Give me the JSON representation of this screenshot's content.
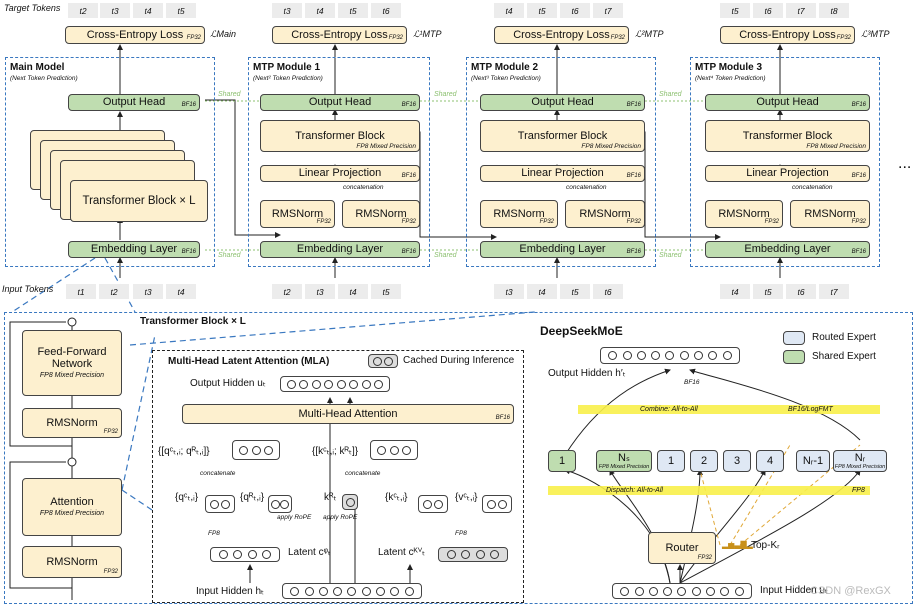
{
  "labels": {
    "target_tokens": "Target Tokens",
    "input_tokens": "Input Tokens",
    "shared": "Shared",
    "concatenation": "concatenation",
    "ellipsis": "..."
  },
  "main_model": {
    "title": "Main Model",
    "subtitle": "(Next Token Prediction)",
    "loss": "Cross-Entropy Loss",
    "loss_symbol": "ℒMain",
    "output_head": "Output Head",
    "transformer_block": "Transformer Block × L",
    "embedding": "Embedding Layer",
    "target_tokens": [
      "t2",
      "t3",
      "t4",
      "t5"
    ],
    "input_tokens": [
      "t1",
      "t2",
      "t3",
      "t4"
    ]
  },
  "mtp_modules": [
    {
      "title": "MTP Module 1",
      "subtitle": "(Next² Token Prediction)",
      "loss_symbol": "ℒ¹MTP",
      "target_tokens": [
        "t3",
        "t4",
        "t5",
        "t6"
      ],
      "input_tokens": [
        "t2",
        "t3",
        "t4",
        "t5"
      ]
    },
    {
      "title": "MTP Module 2",
      "subtitle": "(Next³ Token Prediction)",
      "loss_symbol": "ℒ²MTP",
      "target_tokens": [
        "t4",
        "t5",
        "t6",
        "t7"
      ],
      "input_tokens": [
        "t3",
        "t4",
        "t5",
        "t6"
      ]
    },
    {
      "title": "MTP Module 3",
      "subtitle": "(Next⁴ Token Prediction)",
      "loss_symbol": "ℒ³MTP",
      "target_tokens": [
        "t5",
        "t6",
        "t7",
        "t8"
      ],
      "input_tokens": [
        "t4",
        "t5",
        "t6",
        "t7"
      ]
    }
  ],
  "mtp_blocks": {
    "loss": "Cross-Entropy Loss",
    "output_head": "Output Head",
    "transformer_block": "Transformer Block",
    "transformer_sub": "FP8 Mixed Precision",
    "linear_projection": "Linear Projection",
    "rmsnorm": "RMSNorm",
    "embedding": "Embedding Layer"
  },
  "precision_tags": {
    "fp32": "FP32",
    "bf16": "BF16",
    "fp8": "FP8",
    "fp8_mixed": "FP8 Mixed Precision",
    "bf16_logfmt": "BF16/LogFMT"
  },
  "transformer_detail": {
    "title": "Transformer Block × L",
    "ffn": "Feed-Forward Network",
    "ffn_sub": "FP8 Mixed Precision",
    "rmsnorm": "RMSNorm",
    "attention": "Attention",
    "attention_sub": "FP8 Mixed Precision"
  },
  "mla": {
    "title": "Multi-Head Latent Attention (MLA)",
    "cached": "Cached During Inference",
    "output_hidden": "Output Hidden uₜ",
    "mha": "Multi-Head Attention",
    "q_concat": "{[qᶜₜ,ᵢ; qᴿₜ,ᵢ]}",
    "k_concat": "{[kᶜₜ,ᵢ; kᴿₜ]}",
    "concatenate": "concatenate",
    "q_c": "{qᶜₜ,ᵢ}",
    "q_r": "{qᴿₜ,ᵢ}",
    "k_r": "kᴿₜ",
    "k_c": "{kᶜₜ,ᵢ}",
    "v_c": "{vᶜₜ,ᵢ}",
    "apply_rope": "apply RoPE",
    "latent_q": "Latent cᵠₜ",
    "latent_kv": "Latent cᴷⱽₜ",
    "input_hidden": "Input Hidden hₜ"
  },
  "moe": {
    "title": "DeepSeekMoE",
    "legend_routed": "Routed Expert",
    "legend_shared": "Shared Expert",
    "output_hidden": "Output Hidden h′ₜ",
    "combine": "Combine: All-to-All",
    "dispatch": "Dispatch:  All-to-All",
    "shared_experts": [
      "1",
      "Nₛ"
    ],
    "routed_experts": [
      "1",
      "2",
      "3",
      "4",
      "Nᵣ-1",
      "Nᵣ"
    ],
    "router": "Router",
    "topk": "Top-Kᵣ",
    "input_hidden": "Input Hidden uₜ",
    "watermark": "CSDN @RexGX"
  },
  "colors": {
    "accent_blue": "#3a78c0",
    "yellow_fill": "#fdf0cf",
    "green_fill": "#bfddb0",
    "routed_fill": "#dfe8f4",
    "highlight": "#f8f04a"
  }
}
